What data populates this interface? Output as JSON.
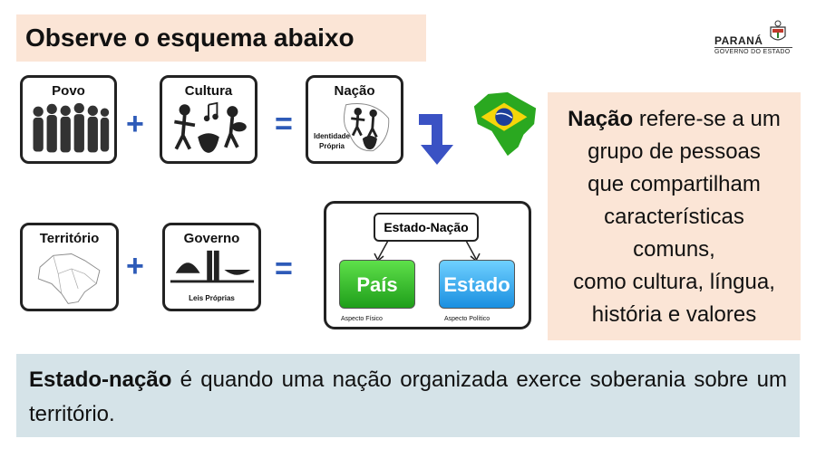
{
  "title": "Observe o esquema abaixo",
  "logo": {
    "name": "PARANÁ",
    "subtitle": "GOVERNO DO ESTADO"
  },
  "diagram": {
    "row1": {
      "card1": "Povo",
      "op1": "+",
      "card2": "Cultura",
      "op2": "=",
      "card3": "Nação",
      "card3_sub_1": "Identidade",
      "card3_sub_2": "Própria"
    },
    "row2": {
      "card1": "Território",
      "op1": "+",
      "card2": "Governo",
      "card2_sub": "Leis Próprias",
      "op2": "=",
      "result_head": "Estado-Nação",
      "result_left": "País",
      "result_left_sub": "Aspecto Físico",
      "result_right": "Estado",
      "result_right_sub": "Aspecto Político"
    }
  },
  "side_text": {
    "term": "Nação",
    "line1_rest": " refere-se a um",
    "line2": "grupo de pessoas",
    "line3": "que compartilham",
    "line4": "características",
    "line5": "comuns,",
    "line6": "como cultura, língua,",
    "line7": "história e valores"
  },
  "bottom_text": {
    "term": "Estado-nação",
    "rest": " é quando uma nação organizada exerce soberania sobre um território."
  },
  "colors": {
    "peach": "#fbe5d6",
    "blue_gray": "#d5e3e8",
    "operator_blue": "#2e5bb8",
    "arrow_blue": "#3a52c4",
    "green": "#2aa820",
    "light_blue": "#2b9de6"
  }
}
